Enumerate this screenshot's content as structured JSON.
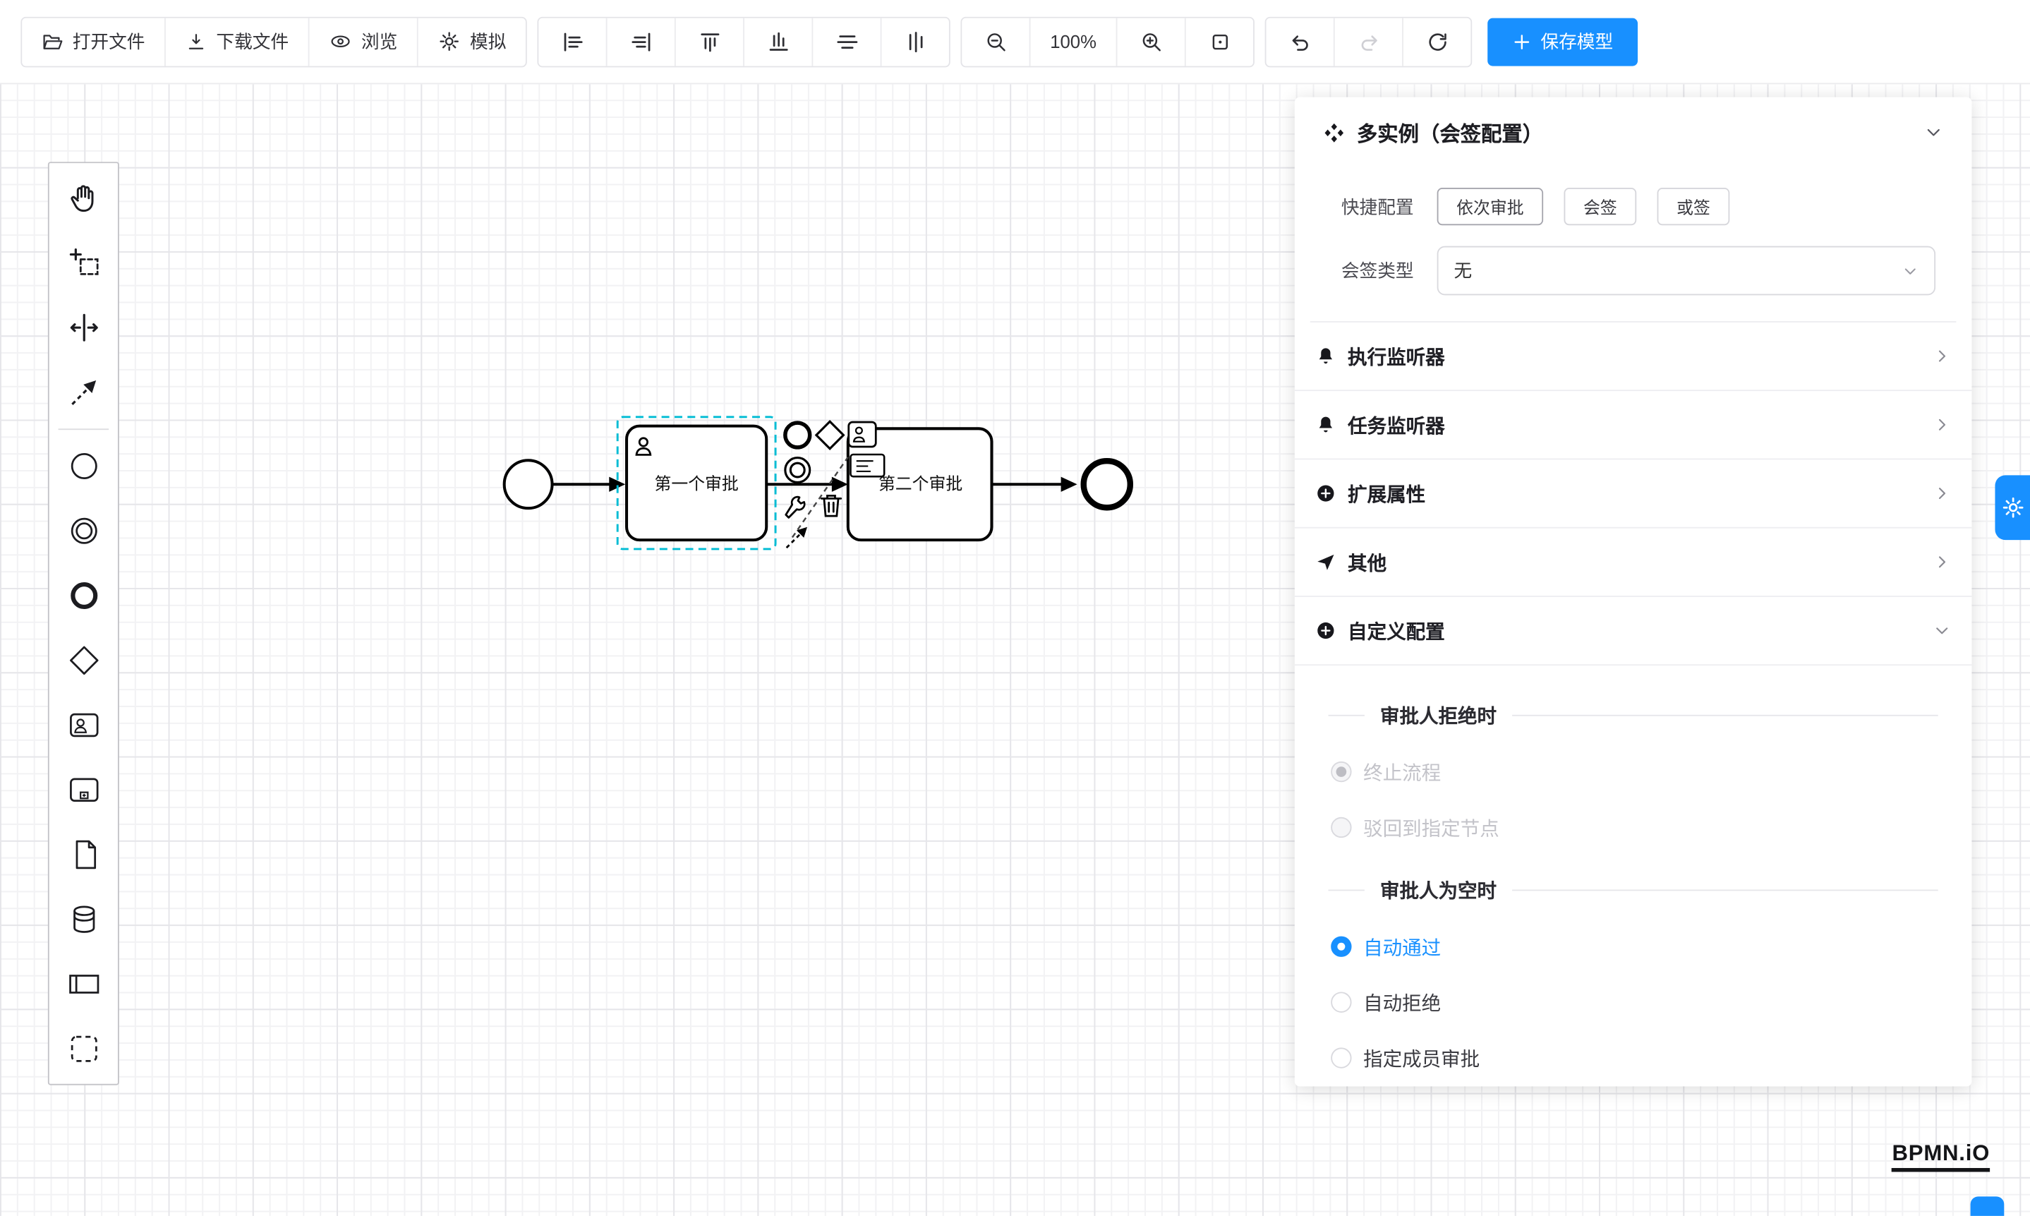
{
  "colors": {
    "accent": "#1890ff",
    "selection_outline": "#00bcd4",
    "canvas_stroke": "#000000"
  },
  "toolbar": {
    "file_group": [
      {
        "label": "打开文件",
        "icon": "folder-open-icon"
      },
      {
        "label": "下载文件",
        "icon": "download-icon"
      },
      {
        "label": "浏览",
        "icon": "eye-icon"
      },
      {
        "label": "模拟",
        "icon": "simulate-icon"
      }
    ],
    "align_group": [
      "align-left-icon",
      "align-right-icon",
      "align-top-icon",
      "align-bottom-icon",
      "distribute-horizontal-icon",
      "distribute-vertical-icon"
    ],
    "zoom_group": {
      "zoom_out_icon": "zoom-out-icon",
      "level": "100%",
      "zoom_in_icon": "zoom-in-icon",
      "fit_icon": "fit-viewport-icon"
    },
    "history_group": {
      "undo_icon": "undo-icon",
      "redo_icon": "redo-icon",
      "redo_disabled": true,
      "refresh_icon": "refresh-icon"
    },
    "save_button": {
      "label": "保存模型",
      "icon": "plus-icon"
    }
  },
  "palette": {
    "tools": [
      "hand-tool-icon",
      "lasso-tool-icon",
      "space-tool-icon",
      "global-connect-tool-icon"
    ],
    "elements": [
      "create-start-event-icon",
      "create-intermediate-event-icon",
      "create-end-event-icon",
      "create-gateway-icon",
      "create-user-task-icon",
      "create-call-activity-icon",
      "create-file-icon",
      "create-datastore-icon",
      "create-participant-icon",
      "create-group-icon"
    ]
  },
  "diagram": {
    "tasks": [
      {
        "label": "第一个审批",
        "selected": true
      },
      {
        "label": "第二个审批",
        "selected": false
      }
    ],
    "context_pad": [
      "append-end-event-icon",
      "append-gateway-icon",
      "append-user-task-icon",
      "append-intermediate-event-icon",
      "append-screen-task-icon",
      "wrench-icon",
      "trash-icon",
      "connect-icon"
    ]
  },
  "panel": {
    "title": "多实例（会签配置）",
    "quick_config": {
      "label": "快捷配置",
      "options": [
        "依次审批",
        "会签",
        "或签"
      ]
    },
    "sign_type": {
      "label": "会签类型",
      "value": "无"
    },
    "sections": [
      {
        "label": "执行监听器",
        "icon": "bell-icon",
        "expanded": false
      },
      {
        "label": "任务监听器",
        "icon": "bell-icon",
        "expanded": false
      },
      {
        "label": "扩展属性",
        "icon": "plus-circle-icon",
        "expanded": false
      },
      {
        "label": "其他",
        "icon": "send-icon",
        "expanded": false
      },
      {
        "label": "自定义配置",
        "icon": "plus-circle-icon",
        "expanded": true
      }
    ],
    "custom": {
      "reject": {
        "title": "审批人拒绝时",
        "options": [
          {
            "label": "终止流程",
            "checked": true,
            "disabled": true
          },
          {
            "label": "驳回到指定节点",
            "checked": false,
            "disabled": true
          }
        ]
      },
      "empty": {
        "title": "审批人为空时",
        "options": [
          {
            "label": "自动通过",
            "checked": true,
            "disabled": false
          },
          {
            "label": "自动拒绝",
            "checked": false,
            "disabled": false
          },
          {
            "label": "指定成员审批",
            "checked": false,
            "disabled": false
          }
        ]
      }
    }
  },
  "logo": {
    "text": "BPMN.iO"
  }
}
